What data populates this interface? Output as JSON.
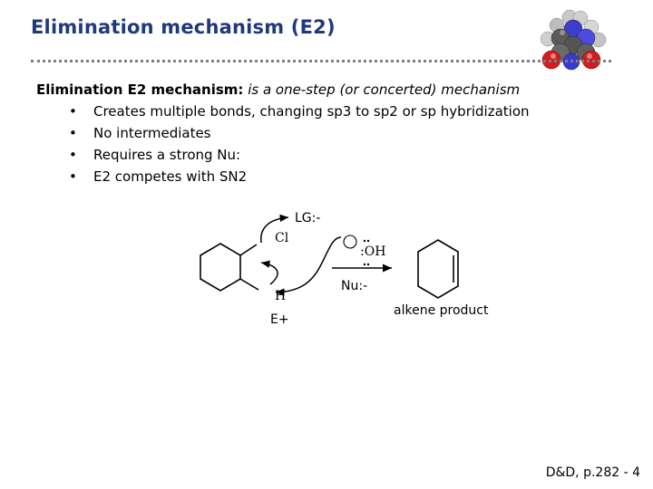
{
  "slide": {
    "title": "Elimination mechanism (E2)",
    "intro_bold": "Elimination E2 mechanism:",
    "intro_italic": "is a one-step (or concerted) mechanism",
    "bullets": [
      "Creates multiple bonds, changing sp3 to sp2 or sp hybridization",
      "No intermediates",
      "Requires a strong Nu:",
      "E2 competes with SN2"
    ]
  },
  "scheme": {
    "lg_label": "LG:-",
    "cl_label": "Cl",
    "h_label": "H",
    "e_label": "E+",
    "minus_sign": "−",
    "oh_label": ":OH",
    "nu_label": "Nu:-",
    "product_label": "alkene product"
  },
  "footer": {
    "reference": "D&D, p.282 - 4"
  },
  "colors": {
    "title": "#1f3a7a",
    "divider": "#7f7f7f"
  },
  "icons": {
    "logo": "space-filling-molecule-icon"
  }
}
